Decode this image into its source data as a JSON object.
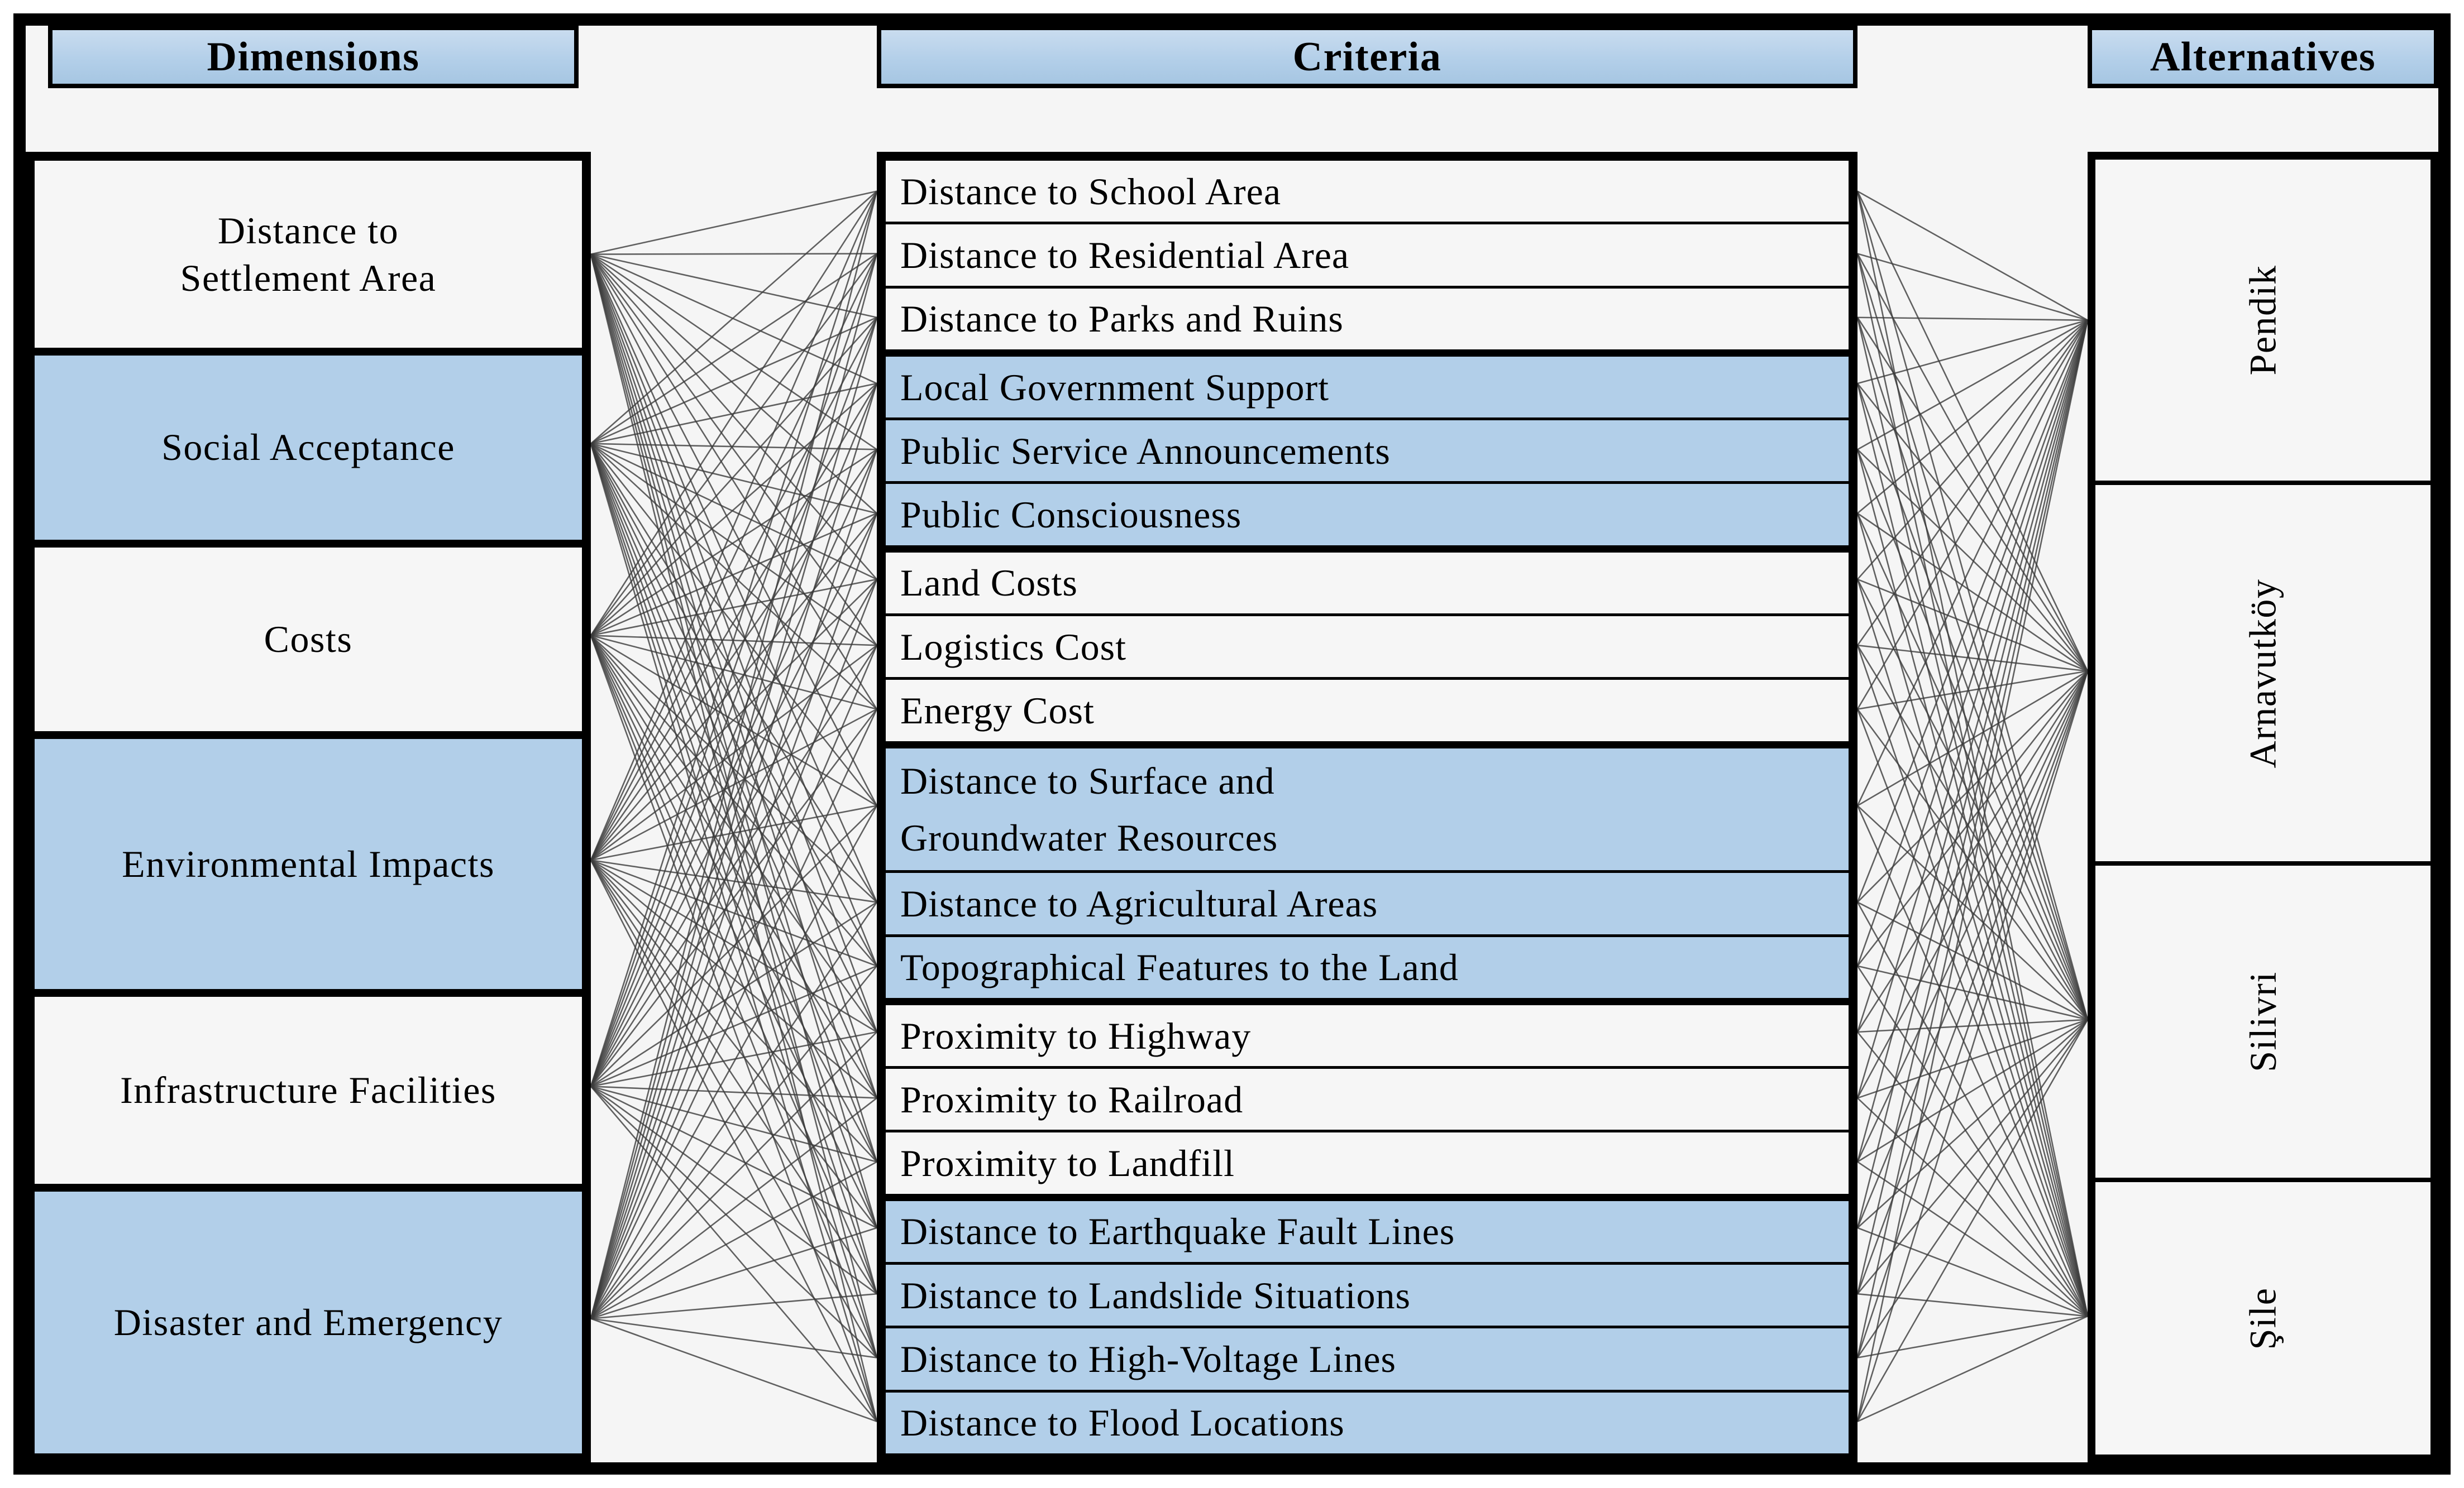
{
  "columns": {
    "dimensions": {
      "header": "Dimensions",
      "items": [
        {
          "label": "Distance to\nSettlement Area",
          "tone": "white"
        },
        {
          "label": "Social Acceptance",
          "tone": "blue"
        },
        {
          "label": "Costs",
          "tone": "white"
        },
        {
          "label": "Environmental Impacts",
          "tone": "blue"
        },
        {
          "label": "Infrastructure Facilities",
          "tone": "white"
        },
        {
          "label": "Disaster and Emergency",
          "tone": "blue"
        }
      ]
    },
    "criteria": {
      "header": "Criteria",
      "items": [
        {
          "label": "Distance to School Area",
          "tone": "white"
        },
        {
          "label": "Distance to Residential Area",
          "tone": "white"
        },
        {
          "label": "Distance to Parks and Ruins",
          "tone": "white"
        },
        {
          "label": "Local Government Support",
          "tone": "blue"
        },
        {
          "label": "Public Service Announcements",
          "tone": "blue"
        },
        {
          "label": "Public Consciousness",
          "tone": "blue"
        },
        {
          "label": "Land Costs",
          "tone": "white"
        },
        {
          "label": "Logistics Cost",
          "tone": "white"
        },
        {
          "label": "Energy Cost",
          "tone": "white"
        },
        {
          "label": "Distance to Surface and\nGroundwater Resources",
          "tone": "blue"
        },
        {
          "label": "Distance to Agricultural Areas",
          "tone": "blue"
        },
        {
          "label": "Topographical Features to the Land",
          "tone": "blue"
        },
        {
          "label": "Proximity to Highway",
          "tone": "white"
        },
        {
          "label": "Proximity to Railroad",
          "tone": "white"
        },
        {
          "label": "Proximity to Landfill",
          "tone": "white"
        },
        {
          "label": "Distance to Earthquake Fault Lines",
          "tone": "blue"
        },
        {
          "label": "Distance to Landslide Situations",
          "tone": "blue"
        },
        {
          "label": "Distance to High-Voltage Lines",
          "tone": "blue"
        },
        {
          "label": "Distance to Flood Locations",
          "tone": "blue"
        }
      ]
    },
    "alternatives": {
      "header": "Alternatives",
      "items": [
        {
          "label": "Pendik"
        },
        {
          "label": "Arnavutköy"
        },
        {
          "label": "Silivri"
        },
        {
          "label": "Şile"
        }
      ]
    }
  },
  "connections": {
    "dimensions_to_criteria": "complete",
    "criteria_to_alternatives": "complete"
  },
  "colors": {
    "header_fill": "#b3cfe9",
    "blue_cell": "#b2cfe9",
    "white_cell": "#f6f6f6",
    "background": "#f5f5f5",
    "border": "#000000",
    "connection_line": "#3c3c3c"
  }
}
